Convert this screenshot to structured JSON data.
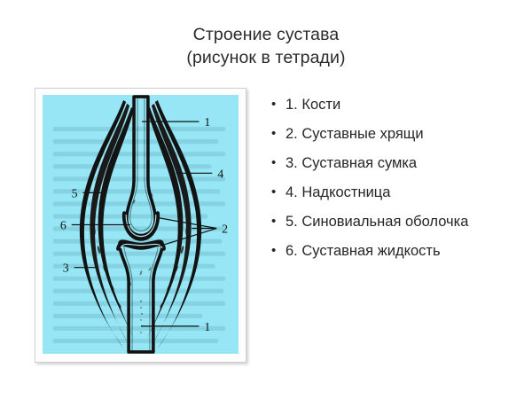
{
  "title": {
    "line1": "Строение сустава",
    "line2": "(рисунок в тетради)"
  },
  "figure": {
    "background_color": "#96e6f5",
    "ink_color": "#121212",
    "frame_color": "#cfcfcf",
    "alt": "Схема строения сустава — продольный разрез с выносными линиями 1-6",
    "callouts": [
      {
        "id": "callout-1-top",
        "number": "1"
      },
      {
        "id": "callout-4",
        "number": "4"
      },
      {
        "id": "callout-5",
        "number": "5"
      },
      {
        "id": "callout-6",
        "number": "6"
      },
      {
        "id": "callout-2",
        "number": "2"
      },
      {
        "id": "callout-3",
        "number": "3"
      },
      {
        "id": "callout-1-bottom",
        "number": "1"
      }
    ]
  },
  "legend": {
    "bullet_glyph": "•",
    "items": [
      {
        "text": "1. Кости"
      },
      {
        "text": "2. Суставные хрящи"
      },
      {
        "text": "3. Суставная сумка"
      },
      {
        "text": "4. Надкостница"
      },
      {
        "text": "5. Синовиальная оболочка"
      },
      {
        "text": "6. Суставная жидкость"
      }
    ]
  }
}
